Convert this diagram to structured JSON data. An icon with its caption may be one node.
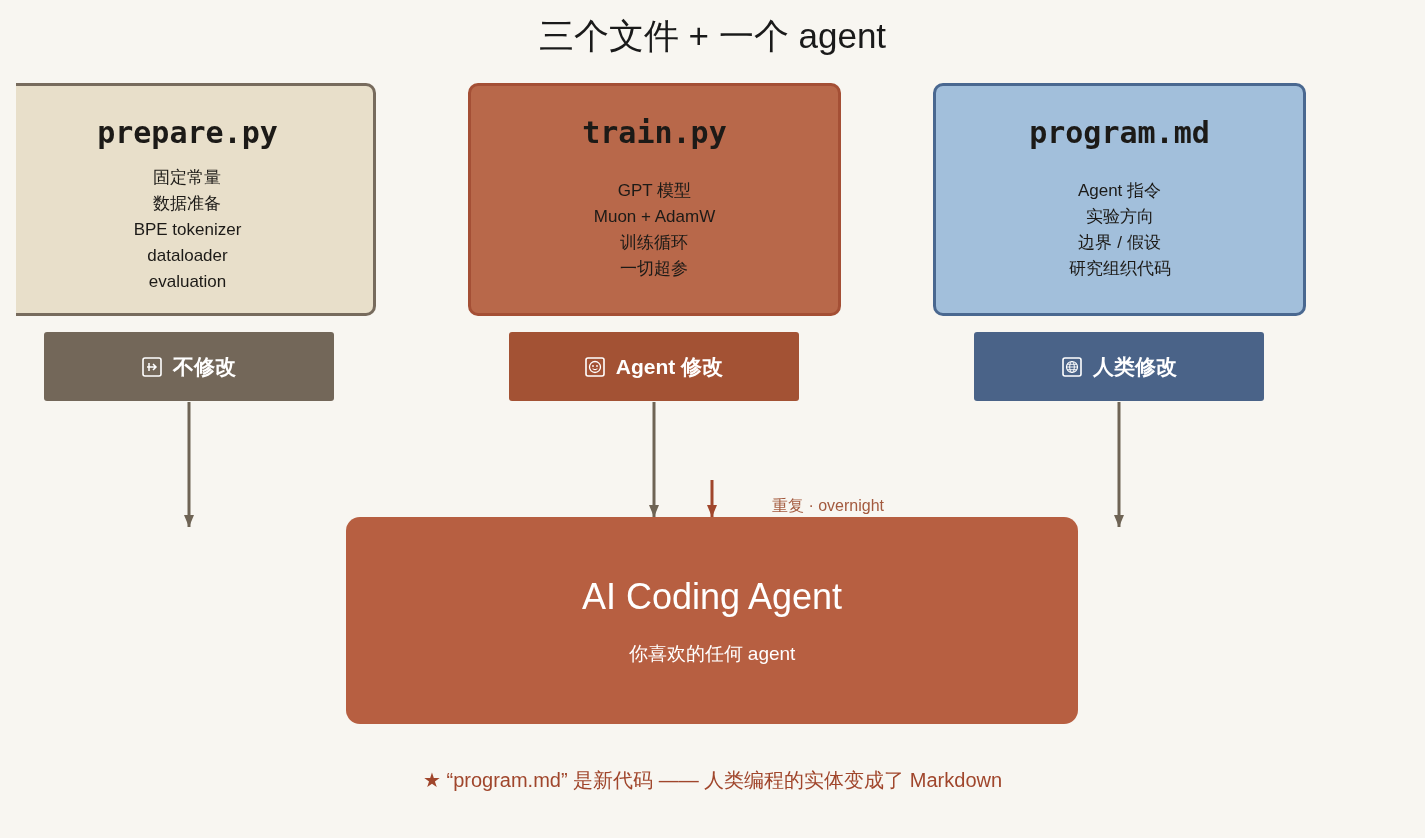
{
  "diagram": {
    "title": "三个文件 + 一个 agent",
    "nodes": [
      {
        "text": [
          "prepare.py",
          "固定常量",
          "数据准备",
          "BPE tokenizer",
          "dataloader",
          "evaluation"
        ]
      },
      {
        "text": [
          "train.py",
          "GPT 模型",
          "Muon + AdamW",
          "训练循环",
          "一切超参"
        ]
      },
      {
        "text": [
          "program.md",
          "Agent 指令",
          "实验方向",
          "边界 / 假设",
          "研究组织代码"
        ]
      },
      {
        "text": [
          "不修改"
        ]
      },
      {
        "text": [
          "Agent 修改"
        ]
      },
      {
        "text": [
          "人类修改"
        ]
      },
      {
        "text": [
          "AI Coding Agent",
          "你喜欢的任何 agent"
        ]
      }
    ],
    "edges": [
      {
        "from": 3,
        "to": null,
        "arrow": "to"
      },
      {
        "from": 4,
        "to": 6,
        "arrow": "to"
      },
      {
        "from": 5,
        "to": null,
        "arrow": "to"
      },
      {
        "from": null,
        "to": 6,
        "arrow": "to",
        "label": "重复 · overnight",
        "color": "#a0462c"
      }
    ],
    "labels": [
      "★ “program.md” 是新代码 —— 人类编程的实体变成了 Markdown"
    ]
  }
}
